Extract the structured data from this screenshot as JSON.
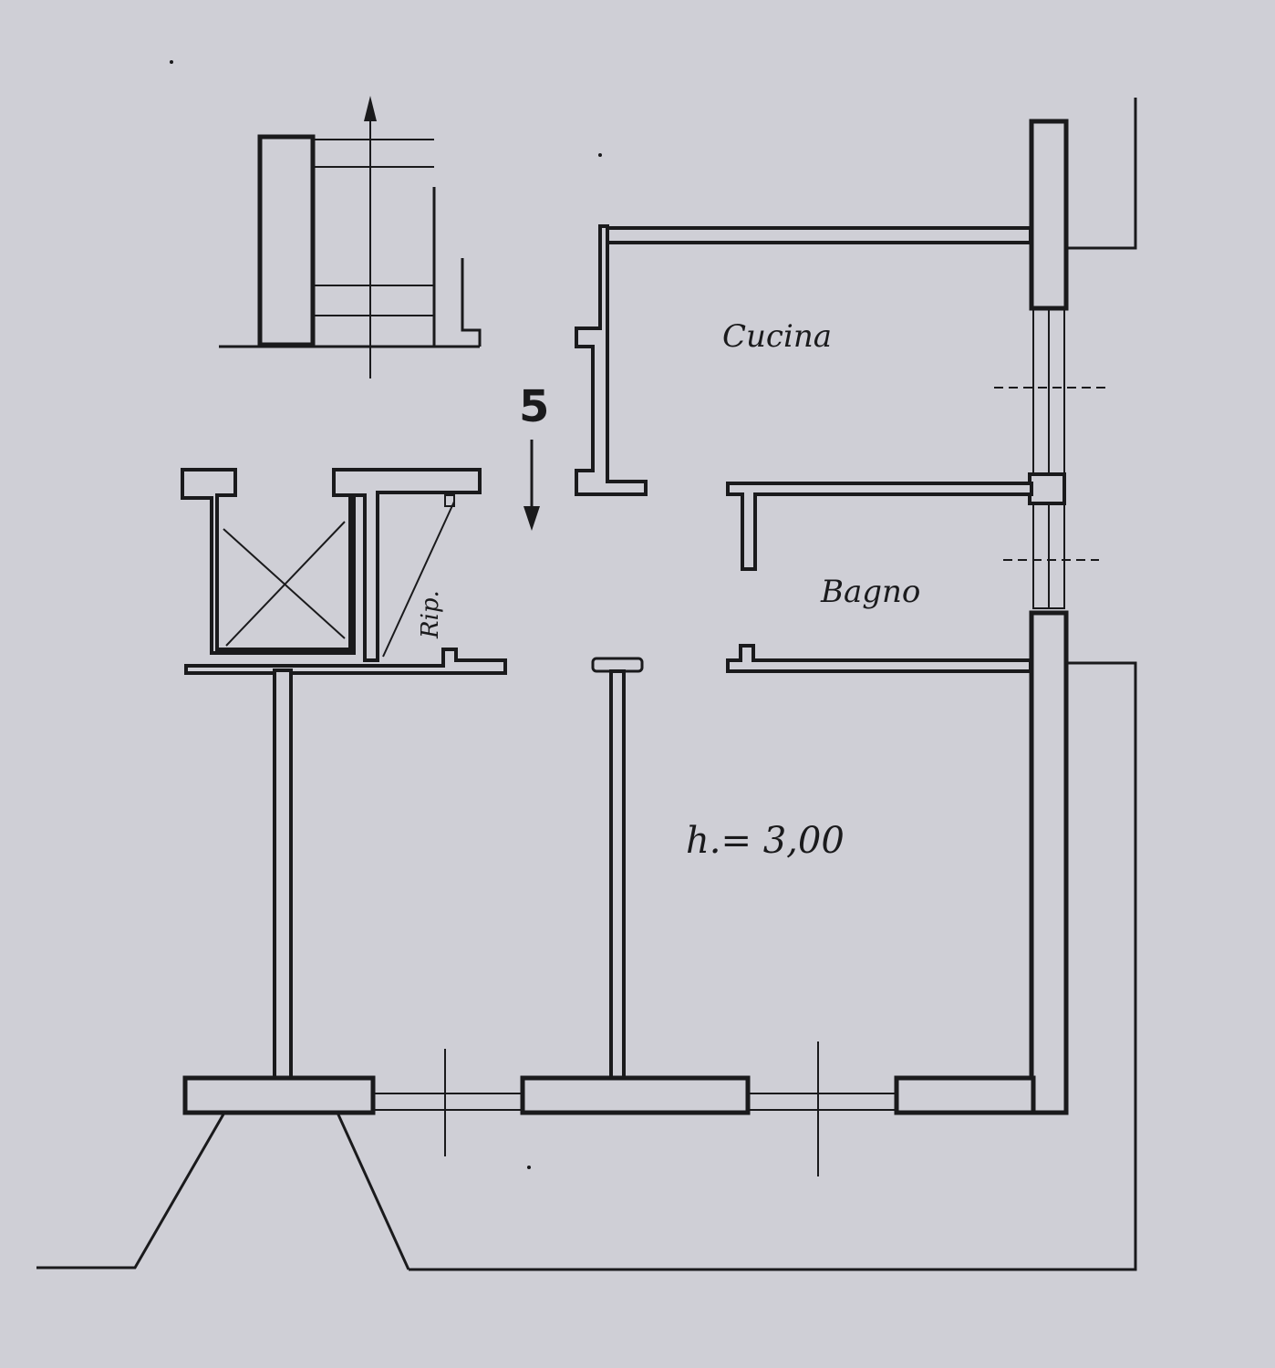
{
  "plan": {
    "rooms": {
      "kitchen": "Cucina",
      "bathroom": "Bagno",
      "storage": "Rip."
    },
    "entrance_number": "5",
    "ceiling_height": "h.= 3,00",
    "colors": {
      "paper": "#cfcfd6",
      "ink": "#1a1a1c",
      "frame": "#2a2a2c"
    }
  }
}
